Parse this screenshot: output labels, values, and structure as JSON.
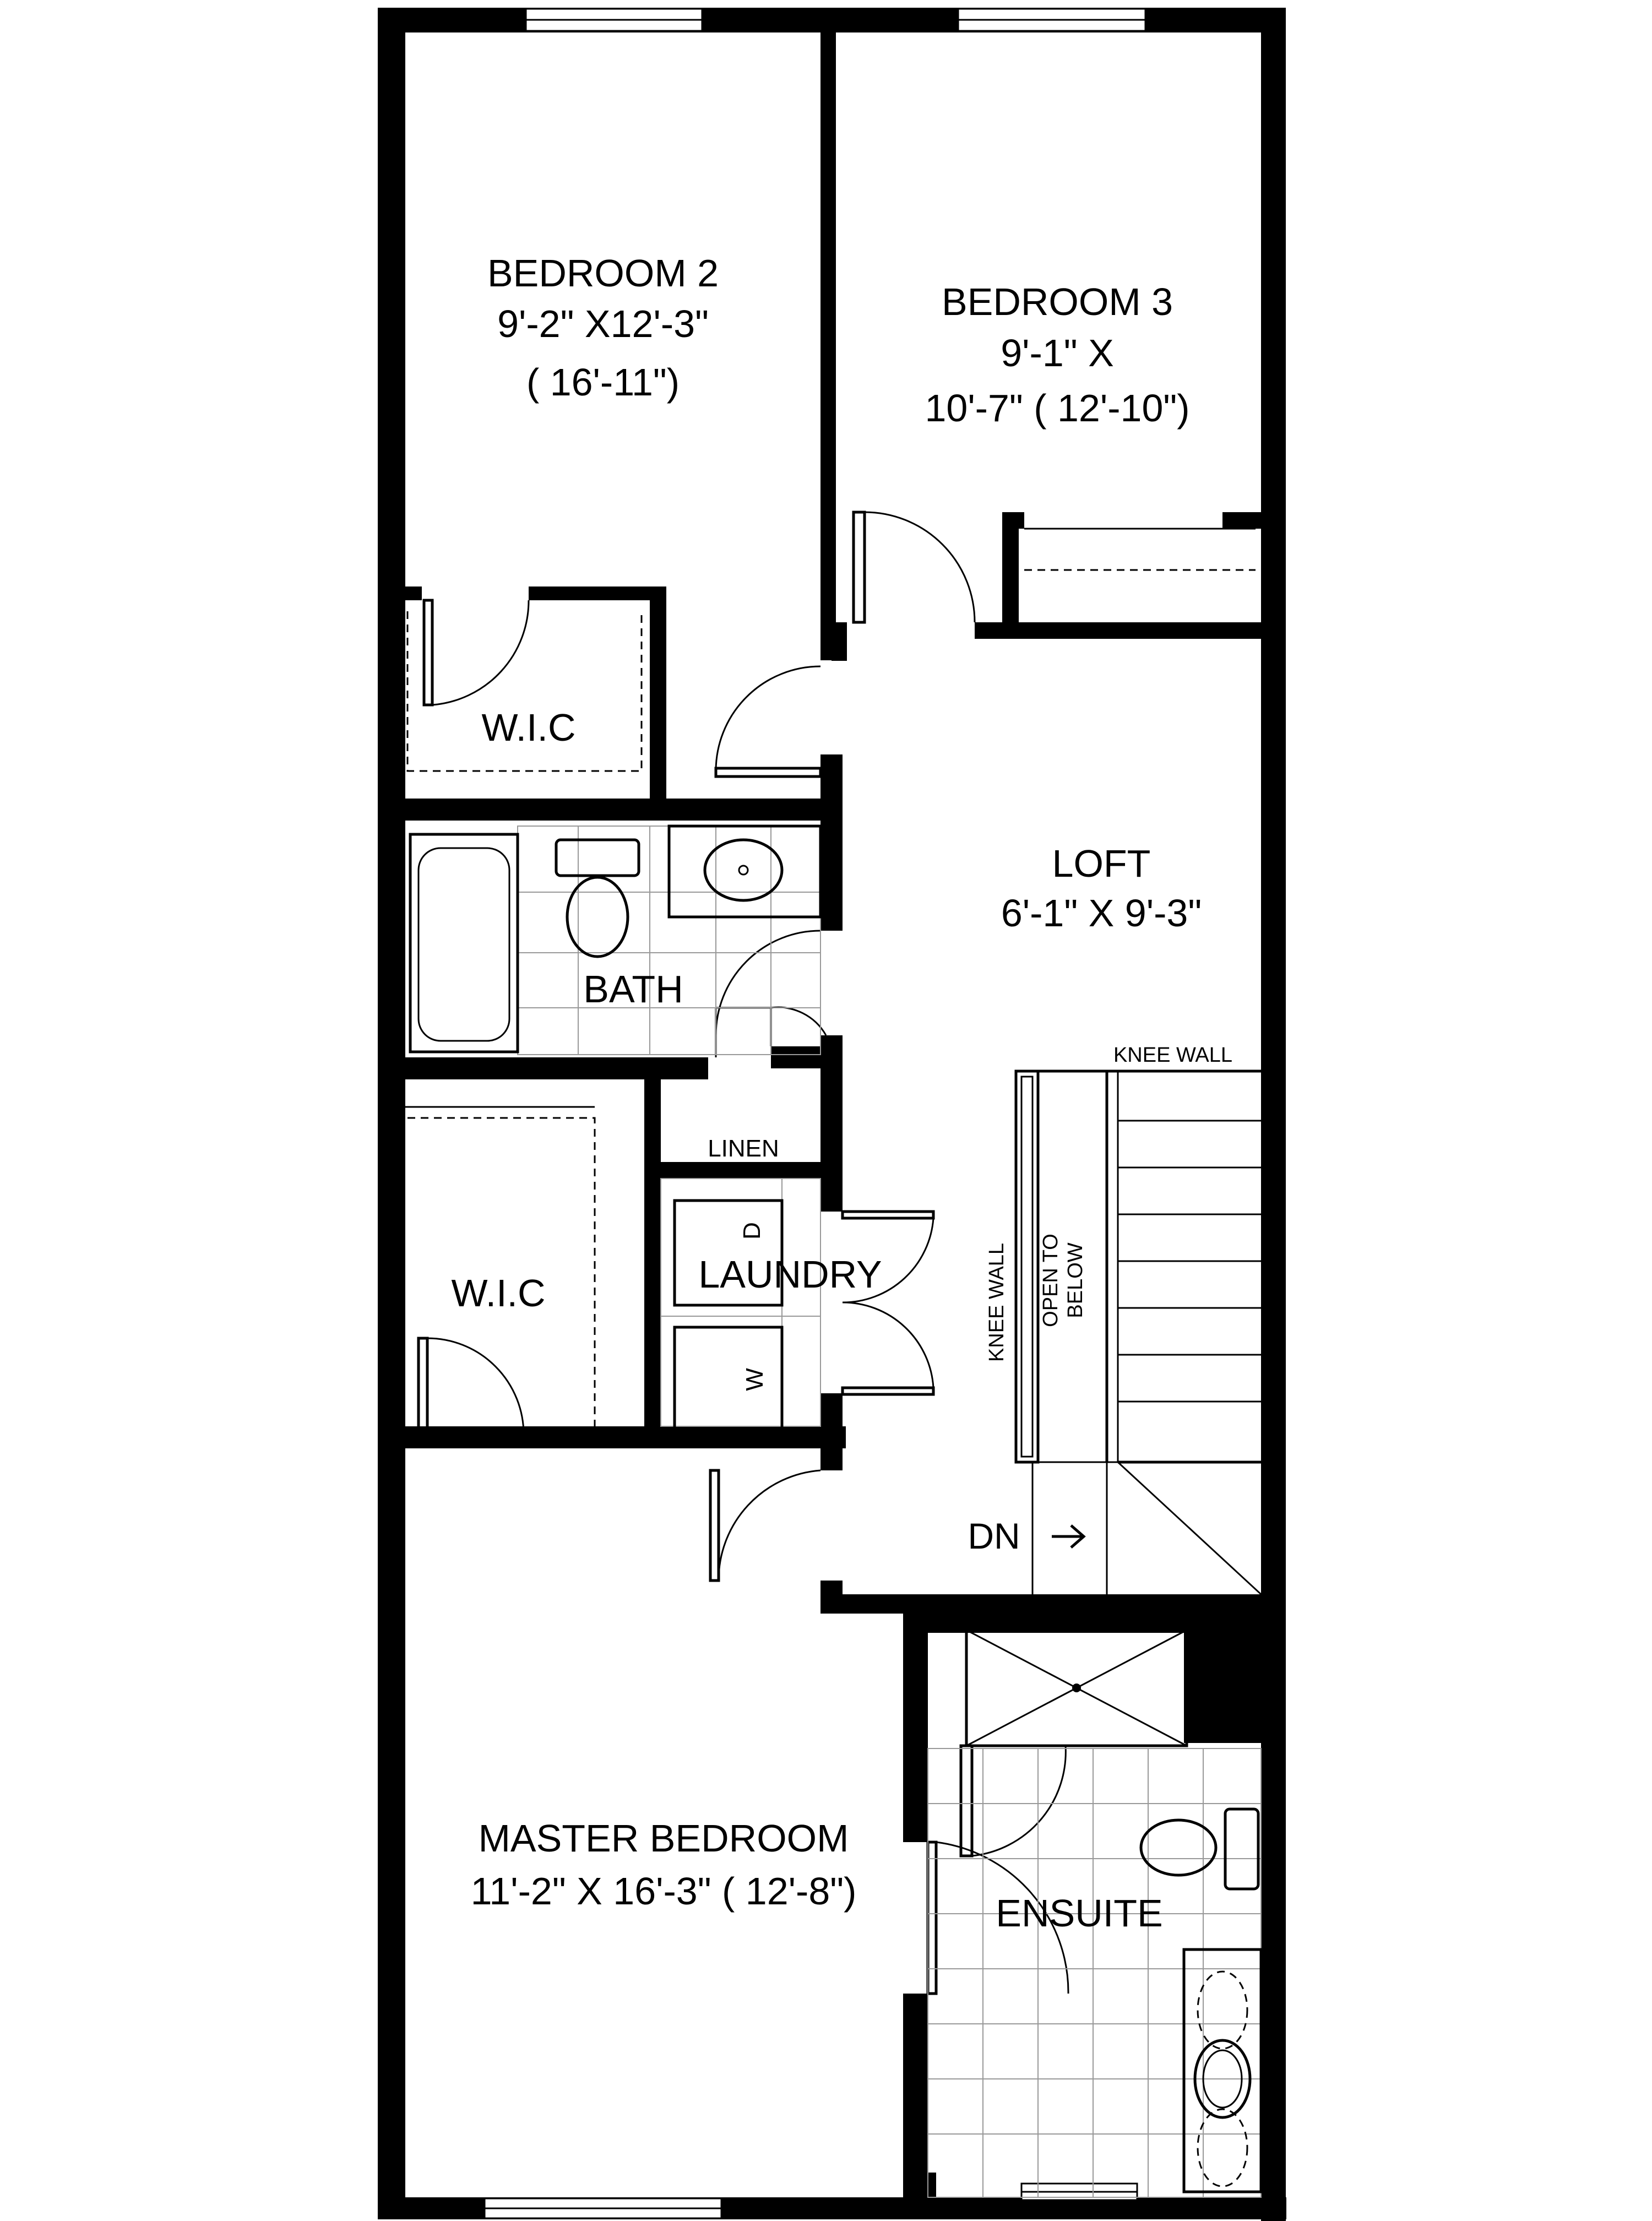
{
  "rooms": {
    "bedroom2": {
      "name": "BEDROOM 2",
      "dims": "9'-2\" X12'-3\"",
      "note": "( 16'-11\")"
    },
    "bedroom3": {
      "name": "BEDROOM 3",
      "dims_line1": "9'-1\" X",
      "dims_line2": "10'-7\"  ( 12'-10\")"
    },
    "wic_upper": {
      "name": "W.I.C"
    },
    "bath": {
      "name": "BATH"
    },
    "loft": {
      "name": "LOFT",
      "dims": "6'-1\" X 9'-3\""
    },
    "linen": {
      "name": "LINEN"
    },
    "wic_lower": {
      "name": "W.I.C"
    },
    "laundry": {
      "name": "LAUNDRY",
      "dryer": "D",
      "washer": "W"
    },
    "master": {
      "name": "MASTER BEDROOM",
      "dims": "11'-2\" X 16'-3\"  ( 12'-8\")"
    },
    "ensuite": {
      "name": "ENSUITE"
    }
  },
  "annotations": {
    "knee_wall_top": "KNEE WALL",
    "knee_wall_side": "KNEE WALL",
    "open_to_below_1": "OPEN TO",
    "open_to_below_2": "BELOW",
    "stairs_down": "DN"
  }
}
